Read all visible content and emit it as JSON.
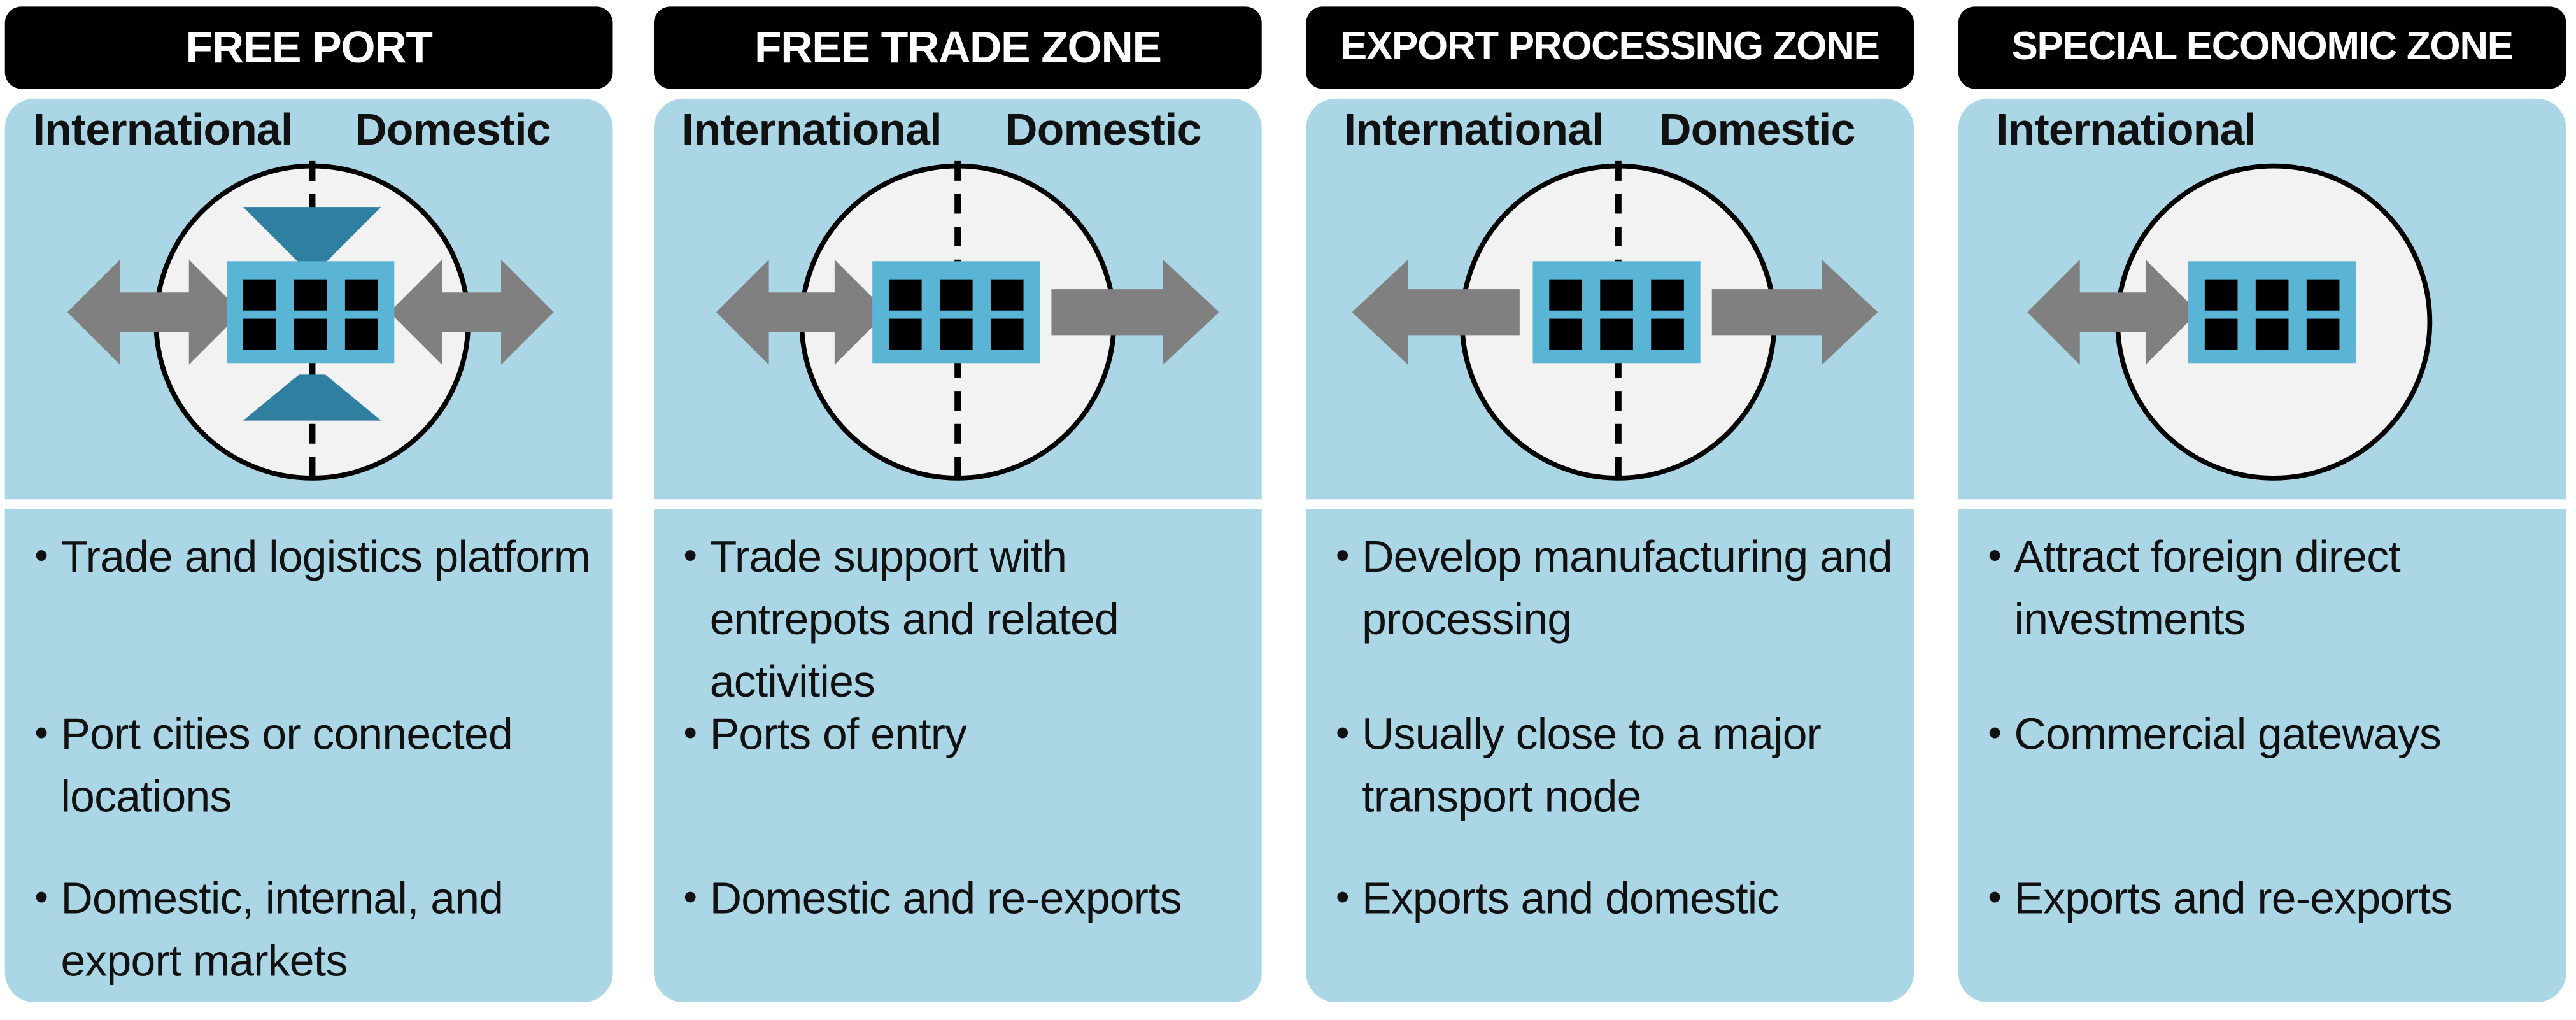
{
  "columns": [
    {
      "title": "FREE PORT",
      "left_label": "International",
      "right_label": "Domestic",
      "bullets": [
        "Trade and logistics platform",
        "Port cities or connected locations",
        "Domestic, internal, and export markets"
      ]
    },
    {
      "title": "FREE TRADE ZONE",
      "left_label": "International",
      "right_label": "Domestic",
      "bullets": [
        "Trade support with entrepots and related activities",
        "Ports of entry",
        "Domestic and re-exports"
      ]
    },
    {
      "title": "EXPORT PROCESSING ZONE",
      "left_label": "International",
      "right_label": "Domestic",
      "bullets": [
        "Develop manufacturing and processing",
        "Usually close to a major transport node",
        "Exports and domestic"
      ]
    },
    {
      "title": "SPECIAL ECONOMIC ZONE",
      "left_label": "International",
      "bullets": [
        "Attract foreign direct investments",
        "Commercial gateways",
        "Exports and re-exports"
      ]
    }
  ],
  "colors": {
    "panel": "#abd6e6",
    "title_bar": "#000000",
    "zone_circle": "#f2f2f2",
    "building": "#5ab4d3",
    "arrow": "#808080",
    "funnel": "#2e7fa0"
  },
  "icons": [
    "double-arrow-icon",
    "building-icon",
    "zone-circle-icon",
    "funnel-icon",
    "boundary-line-icon"
  ]
}
